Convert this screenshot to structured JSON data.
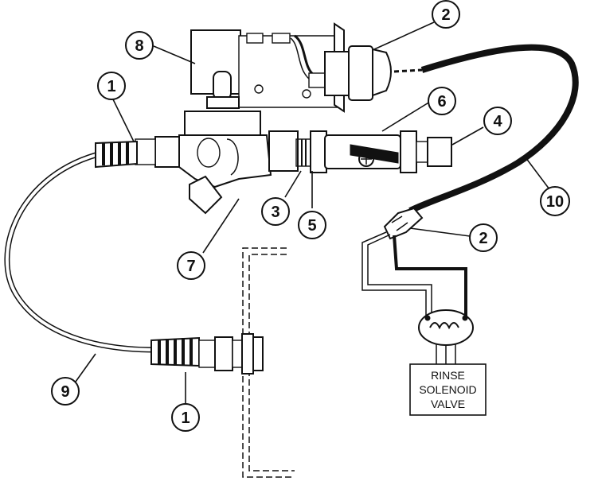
{
  "callouts": [
    {
      "id": "c1a",
      "label": "1"
    },
    {
      "id": "c1b",
      "label": "1"
    },
    {
      "id": "c2a",
      "label": "2"
    },
    {
      "id": "c2b",
      "label": "2"
    },
    {
      "id": "c3",
      "label": "3"
    },
    {
      "id": "c4",
      "label": "4"
    },
    {
      "id": "c5",
      "label": "5"
    },
    {
      "id": "c6",
      "label": "6"
    },
    {
      "id": "c7",
      "label": "7"
    },
    {
      "id": "c8",
      "label": "8"
    },
    {
      "id": "c9",
      "label": "9"
    },
    {
      "id": "c10",
      "label": "10"
    }
  ],
  "solenoid_box": {
    "line1": "RINSE",
    "line2": "SOLENOID",
    "line3": "VALVE"
  }
}
